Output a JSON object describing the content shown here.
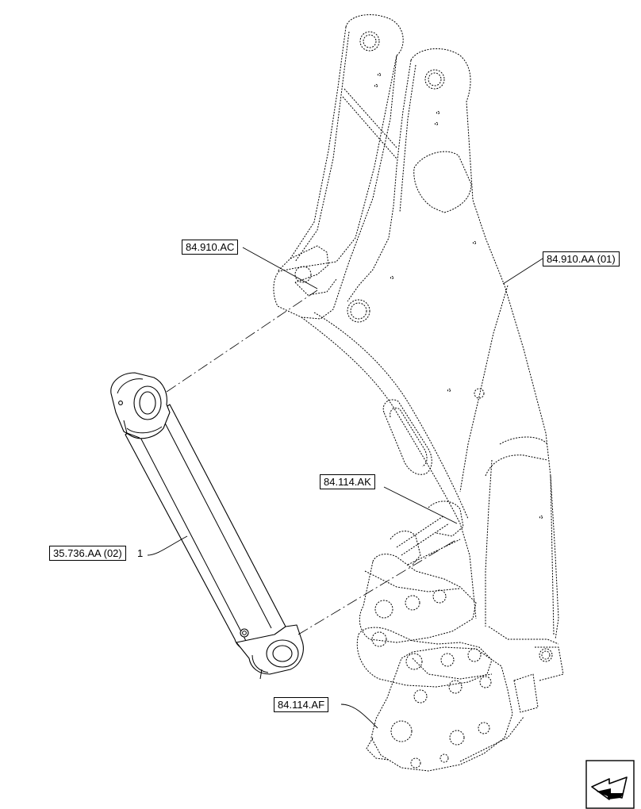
{
  "callouts": {
    "ref_84_910_ac": "84.910.AC",
    "ref_84_910_aa": "84.910.AA (01)",
    "ref_84_114_ak": "84.114.AK",
    "ref_35_736_aa": "35.736.AA (02)",
    "ref_84_114_af": "84.114.AF"
  },
  "items": {
    "cylinder_number": "1"
  },
  "icons": {
    "navigation": "next-page-arrow-icon"
  }
}
